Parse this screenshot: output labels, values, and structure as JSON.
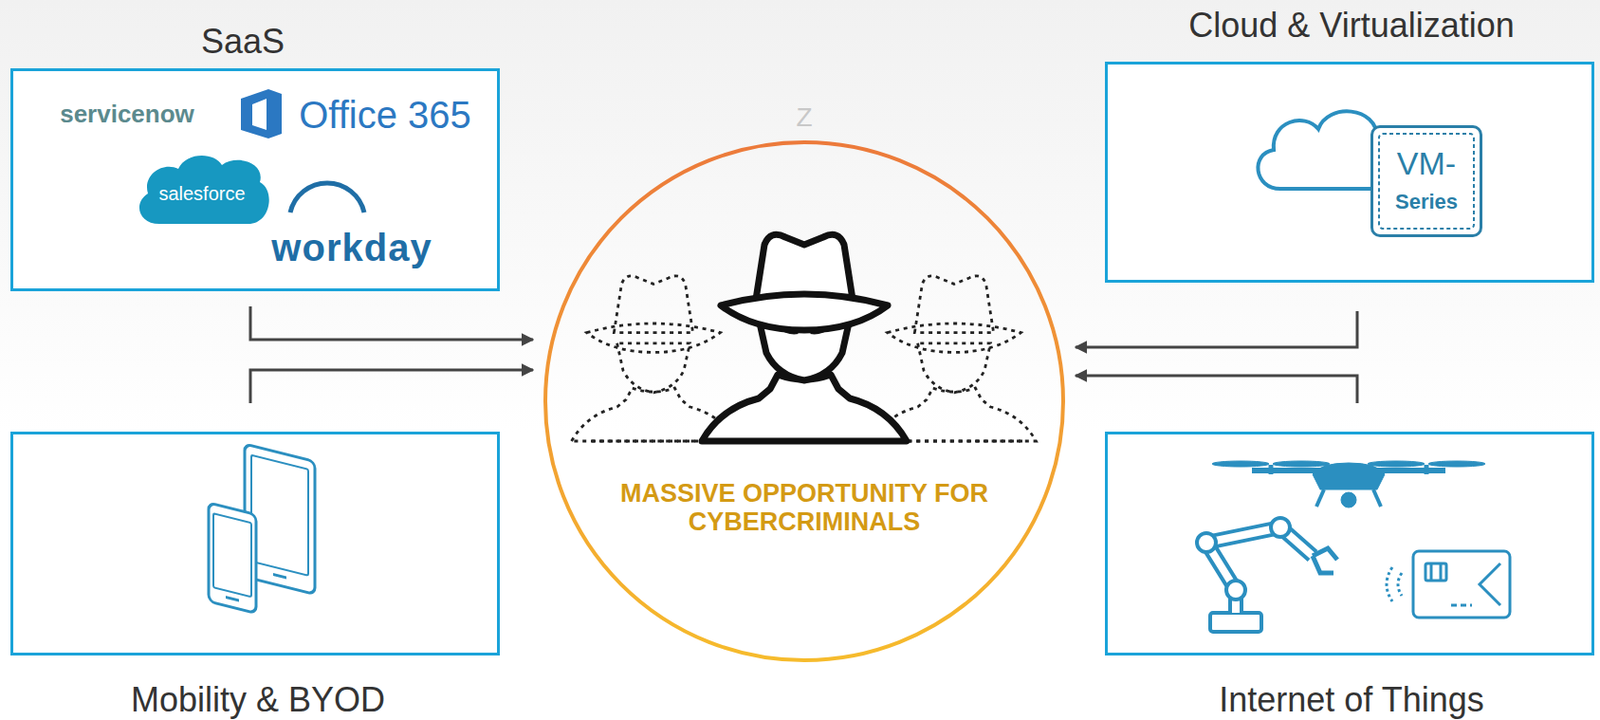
{
  "diagram": {
    "nodes": [
      {
        "text": [
          "SaaS",
          "servicenow",
          "Office 365",
          "workday"
        ]
      },
      {
        "text": [
          "salesforce"
        ],
        "in": 0
      },
      {
        "text": [
          "Cloud & Virtualization"
        ]
      },
      {
        "text": [
          "VM-",
          "Series"
        ],
        "in": 2
      },
      {
        "text": [
          "MASSIVE OPPORTUNITY FOR CYBERCRIMINALS"
        ]
      },
      {
        "text": [
          "Mobility & BYOD"
        ]
      },
      {
        "text": [
          "Internet of Things"
        ]
      }
    ],
    "edges": [
      {
        "from": 0,
        "to": 4,
        "arrow": "to"
      },
      {
        "from": 5,
        "to": 4,
        "arrow": "to"
      },
      {
        "from": 2,
        "to": 4,
        "arrow": "to"
      },
      {
        "from": 6,
        "to": 4,
        "arrow": "to"
      }
    ],
    "labels": [
      "Z"
    ]
  }
}
